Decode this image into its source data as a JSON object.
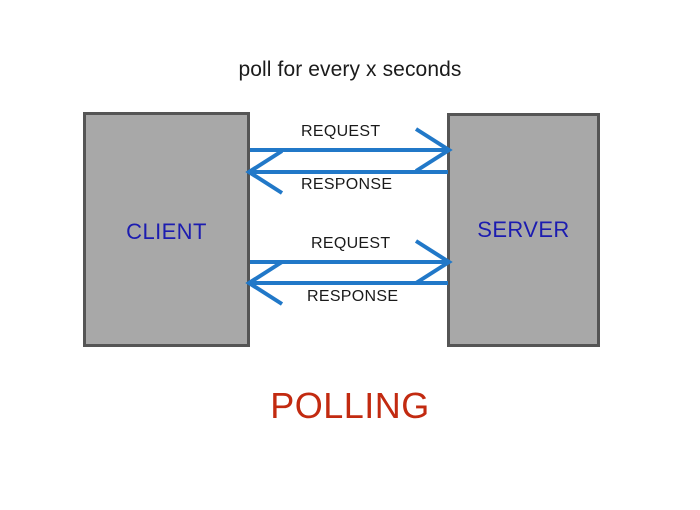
{
  "diagram": {
    "title": "poll for every x seconds",
    "caption": "POLLING",
    "nodes": {
      "client": {
        "label": "CLIENT"
      },
      "server": {
        "label": "SERVER"
      }
    },
    "flows": [
      {
        "label": "REQUEST",
        "direction": "client-to-server",
        "cycle": 1
      },
      {
        "label": "RESPONSE",
        "direction": "server-to-client",
        "cycle": 1
      },
      {
        "label": "REQUEST",
        "direction": "client-to-server",
        "cycle": 2
      },
      {
        "label": "RESPONSE",
        "direction": "server-to-client",
        "cycle": 2
      }
    ],
    "colors": {
      "arrow": "#2178c8",
      "node_fill": "#a8a8a8",
      "node_border": "#555555",
      "node_label": "#1c1cb0",
      "caption": "#c22a10",
      "title": "#1b1b1b",
      "background": "#ffffff"
    }
  }
}
